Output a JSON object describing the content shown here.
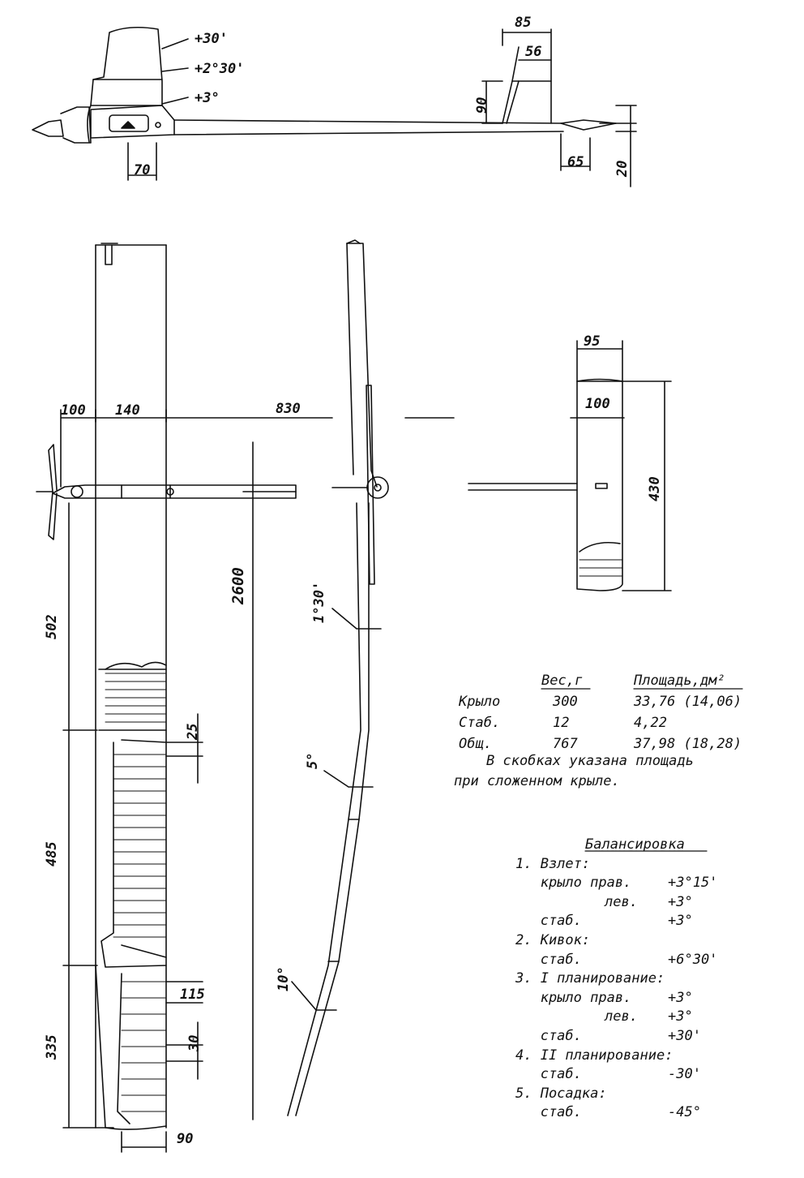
{
  "dimensions": {
    "side_view": {
      "angle_top": "+30'",
      "angle_mid": "+2°30'",
      "angle_low": "+3°",
      "fin_width": "85",
      "fin_inner": "56",
      "fin_height": "90",
      "tail_len": "65",
      "tail_height": "20",
      "nose_len": "70"
    },
    "top_view": {
      "d100": "100",
      "d140": "140",
      "d830": "830",
      "d502": "502",
      "d485": "485",
      "d335": "335",
      "d25": "25",
      "d115": "115",
      "d30": "30",
      "d90": "90",
      "span": "2600"
    },
    "front_view": {
      "dihedral1": "1°30'",
      "dihedral2": "5°",
      "dihedral3": "10°"
    },
    "stab_view": {
      "chord_top": "95",
      "chord": "100",
      "span": "430"
    }
  },
  "table": {
    "headers": [
      "Вес,г",
      "Площадь,дм²"
    ],
    "rows": [
      {
        "name": "Крыло",
        "weight": "300",
        "area": "33,76 (14,06)"
      },
      {
        "name": "Стаб.",
        "weight": "12",
        "area": "4,22"
      },
      {
        "name": "Общ.",
        "weight": "767",
        "area": "37,98 (18,28)"
      }
    ],
    "note_line1": "В скобках указана площадь",
    "note_line2": "при сложенном крыле."
  },
  "balance": {
    "title": "Балансировка",
    "lines": [
      {
        "a": "1. Взлет:",
        "b": "",
        "c": ""
      },
      {
        "a": "   крыло прав.",
        "b": "",
        "c": "+3°15'"
      },
      {
        "a": "",
        "b": "лев.",
        "c": "+3°"
      },
      {
        "a": "   стаб.",
        "b": "",
        "c": "+3°"
      },
      {
        "a": "2. Кивок:",
        "b": "",
        "c": ""
      },
      {
        "a": "   стаб.",
        "b": "",
        "c": "+6°30'"
      },
      {
        "a": "3. I планирование:",
        "b": "",
        "c": ""
      },
      {
        "a": "   крыло прав.",
        "b": "",
        "c": "+3°"
      },
      {
        "a": "",
        "b": "лев.",
        "c": "+3°"
      },
      {
        "a": "   стаб.",
        "b": "",
        "c": "+30'"
      },
      {
        "a": "4. II планирование:",
        "b": "",
        "c": ""
      },
      {
        "a": "   стаб.",
        "b": "",
        "c": "-30'"
      },
      {
        "a": "5. Посадка:",
        "b": "",
        "c": ""
      },
      {
        "a": "   стаб.",
        "b": "",
        "c": "-45°"
      }
    ]
  }
}
